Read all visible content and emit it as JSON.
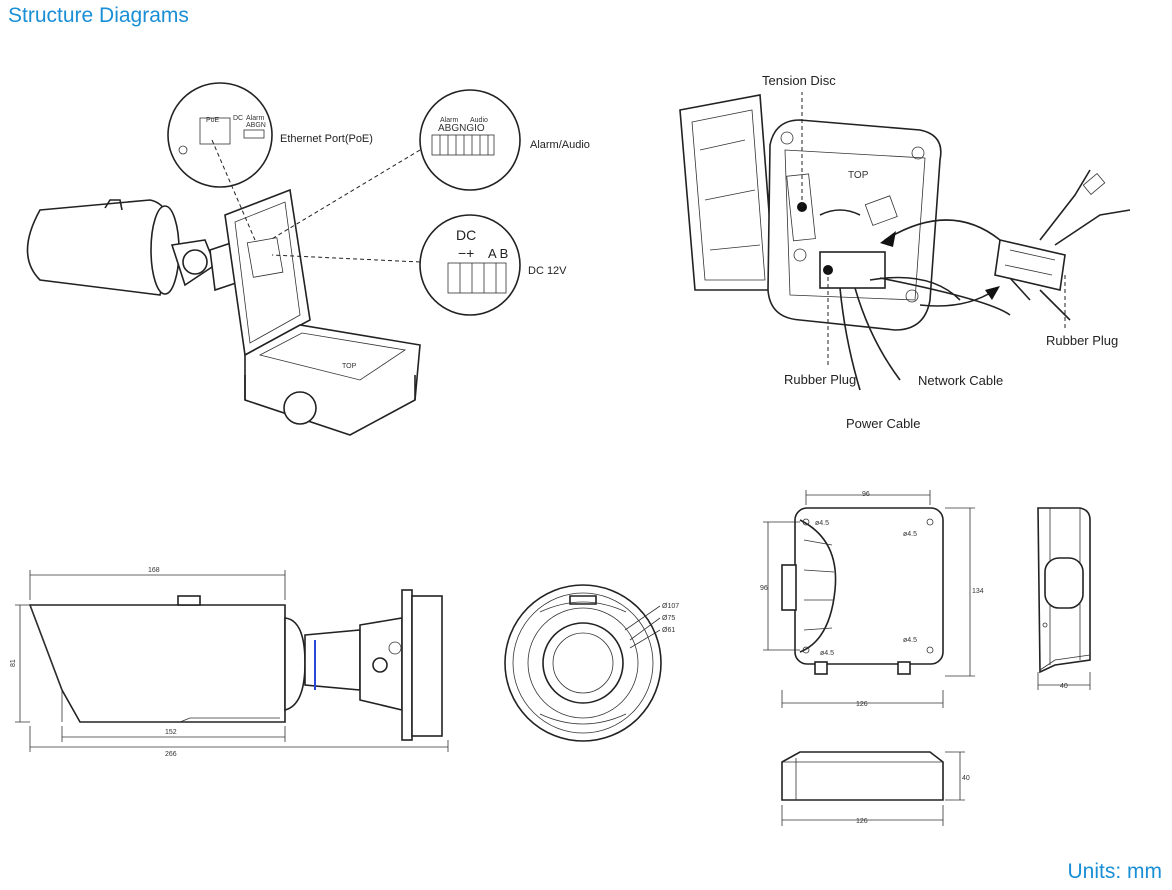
{
  "page_title": "Structure Diagrams",
  "units": "Units: mm",
  "wiring_labels": {
    "ethernet_port": "Ethernet Port(PoE)",
    "alarm_audio": "Alarm/Audio",
    "dc_12v": "DC 12V"
  },
  "zoom_texts": {
    "poe": "PoE",
    "dc_small": "DC",
    "alarm_small": "Alarm",
    "abgn": "ABGN",
    "alarm": "Alarm",
    "audio": "Audio",
    "alarm_pins": "ABGNGIO",
    "dc": "DC",
    "minus_plus": "−+",
    "ab": "A B"
  },
  "junction_labels": {
    "tension_disc": "Tension Disc",
    "top": "TOP",
    "rubber_plug_right": "Rubber Plug",
    "rubber_plug_bottom": "Rubber Plug",
    "network_cable": "Network Cable",
    "power_cable": "Power Cable"
  },
  "dimensions": {
    "camera_length_top": "168",
    "camera_height": "81",
    "camera_length_mid": "152",
    "camera_length_total": "266",
    "front_d1": "Ø107",
    "front_d2": "Ø75",
    "front_d3": "Ø61",
    "box_width_top": "96",
    "box_height_inner": "96",
    "box_height": "134",
    "box_width_bottom": "126",
    "hole1": "ø4.5",
    "hole2": "ø4.5",
    "hole3": "ø4.5",
    "hole4": "ø4.5",
    "side_depth": "40",
    "bottom_width": "126",
    "bottom_height": "40"
  }
}
